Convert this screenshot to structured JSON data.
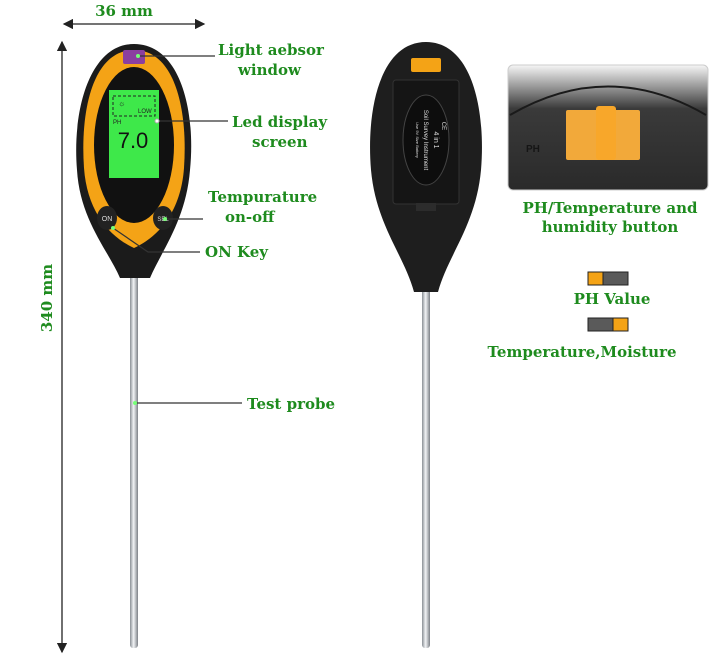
{
  "colors": {
    "label_green": "#1e8b1e",
    "device_orange": "#f4a316",
    "device_black": "#1b1b1b",
    "lcd_green": "#3ee84a"
  },
  "dimensions": {
    "width": "36 mm",
    "height": "340 mm"
  },
  "callouts": {
    "light_window": [
      "Light aebsor",
      "window"
    ],
    "led_display": [
      "Led display",
      "screen"
    ],
    "temperature": [
      "Tempurature",
      "on-off"
    ],
    "on_key": "ON Key",
    "test_probe": "Test probe"
  },
  "front_device": {
    "lcd": {
      "mode": "PH",
      "battery": "LOW",
      "reading": "7.0"
    },
    "buttons": {
      "left": "ON",
      "right": "SEL"
    }
  },
  "back_device": {
    "label": {
      "line1": "4 in 1",
      "line2": "Soil Survey Instrument",
      "line3": "Use 9V Size Battery",
      "mark": "CE"
    }
  },
  "inset": {
    "switch_text": "PH",
    "caption": [
      "PH/Temperature and",
      "humidity button"
    ]
  },
  "legend": [
    {
      "label": "PH Value",
      "switch_position": "left"
    },
    {
      "label": "Temperature,Moisture",
      "switch_position": "right"
    }
  ]
}
